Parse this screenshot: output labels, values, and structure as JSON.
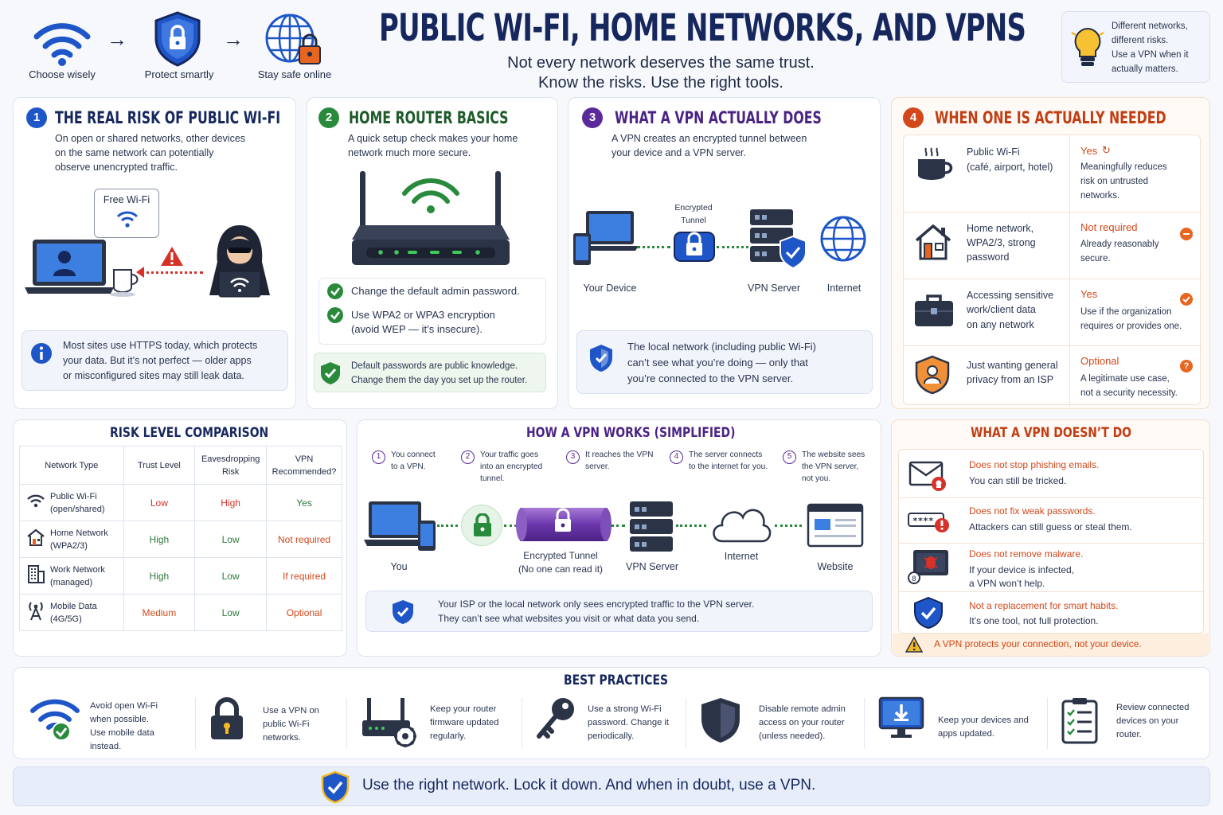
{
  "header": {
    "title": "PUBLIC WI-FI, HOME NETWORKS, AND VPNS",
    "subtitle1": "Not every network deserves the same trust.",
    "subtitle2": "Know the risks. Use the right tools.",
    "steps": [
      "Choose wisely",
      "Protect smartly",
      "Stay safe online"
    ],
    "tip": [
      "Different networks,",
      "different risks.",
      "Use a VPN when it",
      "actually matters."
    ]
  },
  "s1": {
    "num": "1",
    "title": "THE REAL RISK OF PUBLIC WI-FI",
    "body": [
      "On open or shared networks, other devices",
      "on the same network can potentially",
      "observe unencrypted traffic."
    ],
    "bubble": "Free Wi-Fi",
    "note": [
      "Most sites use HTTPS today, which protects",
      "your data. But it’s not perfect — older apps",
      "or misconfigured sites may still leak data."
    ]
  },
  "s2": {
    "num": "2",
    "title": "HOME ROUTER BASICS",
    "body": [
      "A quick setup check makes your home",
      "network much more secure."
    ],
    "checks": [
      {
        "lines": [
          "Change the default admin password."
        ]
      },
      {
        "lines": [
          "Use WPA2 or WPA3 encryption",
          "(avoid WEP — it’s insecure)."
        ]
      }
    ],
    "note": [
      "Default passwords are public knowledge.",
      "Change them the day you set up the router."
    ]
  },
  "s3": {
    "num": "3",
    "title": "WHAT A VPN ACTUALLY DOES",
    "body": [
      "A VPN creates an encrypted tunnel between",
      "your device and a VPN server."
    ],
    "tunnel_label": [
      "Encrypted",
      "Tunnel"
    ],
    "labels": [
      "Your Device",
      "VPN Server",
      "Internet"
    ],
    "note": [
      "The local network (including public Wi-Fi)",
      "can’t see what you’re doing — only that",
      "you’re connected to the VPN server."
    ]
  },
  "s4": {
    "num": "4",
    "title": "WHEN ONE IS ACTUALLY NEEDED",
    "rows": [
      {
        "icon": "coffee-cup-icon",
        "situation": [
          "Public Wi-Fi",
          "(café, airport, hotel)"
        ],
        "verdict": "Yes",
        "detail": [
          "Meaningfully reduces",
          "risk on untrusted",
          "networks."
        ],
        "color": "#d2481b"
      },
      {
        "icon": "house-icon",
        "situation": [
          "Home network,",
          "WPA2/3, strong",
          "password"
        ],
        "verdict": "Not required",
        "detail": [
          "Already reasonably",
          "secure."
        ],
        "color": "#d2481b"
      },
      {
        "icon": "briefcase-icon",
        "situation": [
          "Accessing sensitive",
          "work/client data",
          "on any network"
        ],
        "verdict": "Yes",
        "detail": [
          "Use if the organization",
          "requires or provides one."
        ],
        "color": "#d2481b"
      },
      {
        "icon": "privacy-shield-icon",
        "situation": [
          "Just wanting general",
          "privacy from an ISP"
        ],
        "verdict": "Optional",
        "detail": [
          "A legitimate use case,",
          "not a security necessity."
        ],
        "color": "#d2481b"
      }
    ]
  },
  "risk": {
    "title": "RISK LEVEL COMPARISON",
    "headers": [
      [
        "Network Type"
      ],
      [
        "Trust Level"
      ],
      [
        "Eavesdropping",
        "Risk"
      ],
      [
        "VPN",
        "Recommended?"
      ]
    ],
    "rows": [
      {
        "icon": "wifi-icon",
        "type": [
          "Public Wi-Fi",
          "(open/shared)"
        ],
        "trust": "Low",
        "trust_color": "#d6322a",
        "risk": "High",
        "risk_color": "#d6322a",
        "vpn": "Yes",
        "vpn_color": "#2b7a3b"
      },
      {
        "icon": "home-icon",
        "type": [
          "Home Network",
          "(WPA2/3)"
        ],
        "trust": "High",
        "trust_color": "#2b7a3b",
        "risk": "Low",
        "risk_color": "#2b7a3b",
        "vpn": "Not required",
        "vpn_color": "#d2481b"
      },
      {
        "icon": "office-building-icon",
        "type": [
          "Work Network",
          "(managed)"
        ],
        "trust": "High",
        "trust_color": "#2b7a3b",
        "risk": "Low",
        "risk_color": "#2b7a3b",
        "vpn": "If required",
        "vpn_color": "#d2481b"
      },
      {
        "icon": "cell-tower-icon",
        "type": [
          "Mobile Data",
          "(4G/5G)"
        ],
        "trust": "Medium",
        "trust_color": "#d2481b",
        "risk": "Low",
        "risk_color": "#2b7a3b",
        "vpn": "Optional",
        "vpn_color": "#d2481b"
      }
    ]
  },
  "how": {
    "title": "HOW A VPN WORKS (SIMPLIFIED)",
    "steps": [
      {
        "n": "1",
        "lines": [
          "You connect",
          "to a VPN."
        ]
      },
      {
        "n": "2",
        "lines": [
          "Your traffic goes",
          "into an encrypted",
          "tunnel."
        ]
      },
      {
        "n": "3",
        "lines": [
          "It reaches the VPN",
          "server."
        ]
      },
      {
        "n": "4",
        "lines": [
          "The server connects",
          "to the internet for you."
        ]
      },
      {
        "n": "5",
        "lines": [
          "The website sees",
          "the VPN server,",
          "not you."
        ]
      }
    ],
    "labels": {
      "you": "You",
      "tunnel": [
        "Encrypted Tunnel",
        "(No one can read it)"
      ],
      "server": "VPN Server",
      "internet": "Internet",
      "website": "Website"
    },
    "note": [
      "Your ISP or the local network only sees encrypted traffic to the VPN server.",
      "They can’t see what websites you visit or what data you send."
    ]
  },
  "dont": {
    "title": "WHAT A VPN DOESN’T DO",
    "items": [
      {
        "icon": "phishing-email-icon",
        "head": "Does not stop phishing emails.",
        "lines": [
          "You can still be tricked."
        ]
      },
      {
        "icon": "weak-password-icon",
        "head": "Does not fix weak passwords.",
        "lines": [
          "Attackers can still guess or steal them."
        ]
      },
      {
        "icon": "malware-icon",
        "head": "Does not remove malware.",
        "lines": [
          "If your device is infected,",
          "a VPN won’t help."
        ]
      },
      {
        "icon": "shield-check-icon",
        "head": "Not a replacement for smart habits.",
        "lines": [
          "It’s one tool, not full protection."
        ]
      }
    ],
    "warning": "A VPN protects your connection, not your device."
  },
  "best": {
    "title": "BEST PRACTICES",
    "items": [
      {
        "icon": "wifi-check-icon",
        "lines": [
          "Avoid open Wi-Fi",
          "when possible.",
          "Use mobile data",
          "instead."
        ]
      },
      {
        "icon": "padlock-icon",
        "lines": [
          "Use a VPN on",
          "public Wi-Fi",
          "networks."
        ]
      },
      {
        "icon": "router-gear-icon",
        "lines": [
          "Keep your router",
          "firmware updated",
          "regularly."
        ]
      },
      {
        "icon": "key-icon",
        "lines": [
          "Use a strong Wi-Fi",
          "password. Change it",
          "periodically."
        ]
      },
      {
        "icon": "shield-icon",
        "lines": [
          "Disable remote admin",
          "access on your router",
          "(unless needed)."
        ]
      },
      {
        "icon": "download-monitor-icon",
        "lines": [
          "Keep your devices and",
          "apps updated."
        ]
      },
      {
        "icon": "checklist-icon",
        "lines": [
          "Review connected",
          "devices on your",
          "router."
        ]
      }
    ]
  },
  "footer": "Use the right network. Lock it down. And when in doubt, use a VPN.",
  "colors": {
    "navy": "#16275e",
    "blue": "#1e56c8",
    "green": "#2a8a3c",
    "purple": "#5b2a9a",
    "orange": "#d2481b"
  }
}
